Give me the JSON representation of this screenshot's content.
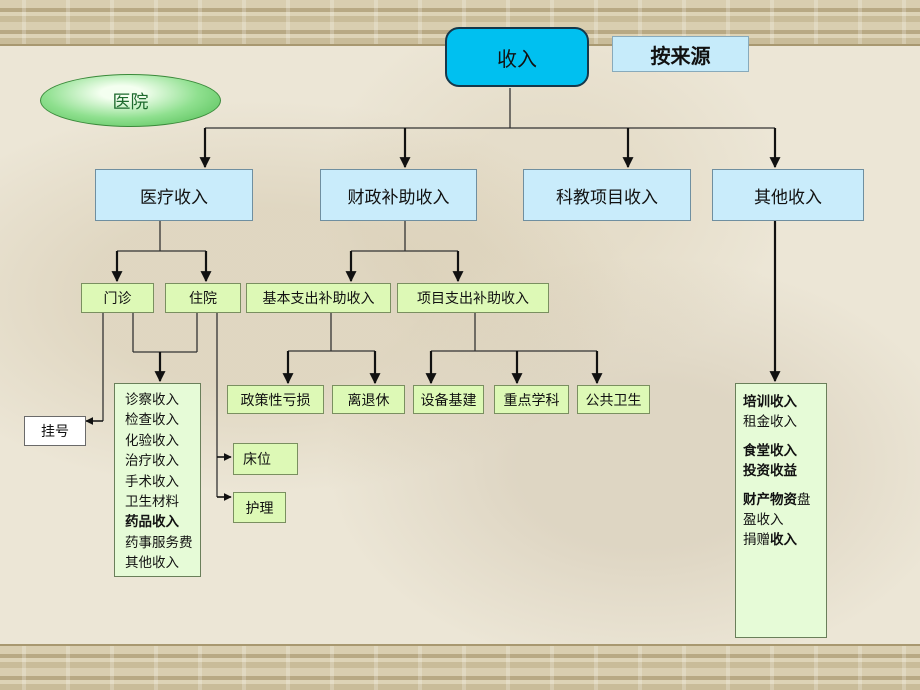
{
  "root": "收入",
  "source_label": "按来源",
  "hospital_label": "医院",
  "level1": [
    "医疗收入",
    "财政补助收入",
    "科教项目收入",
    "其他收入"
  ],
  "medical": {
    "outpatient": "门诊",
    "inpatient": "住院"
  },
  "fiscal": {
    "basic": "基本支出补助收入",
    "project": "项目支出补助收入"
  },
  "registration": "挂号",
  "medical_items": [
    "诊察收入",
    "检查收入",
    "化验收入",
    "治疗收入",
    "手术收入",
    "卫生材料",
    "药品收入",
    "药事服务费",
    "其他收入"
  ],
  "inpatient_items": [
    "床位",
    "护理"
  ],
  "basic_items": [
    "政策性亏损",
    "离退休"
  ],
  "project_items": [
    "设备基建",
    "重点学科",
    "公共卫生"
  ],
  "other_items": {
    "line1": "培训收入",
    "line2": "租金收入",
    "line3": "食堂收入",
    "line4": "投资收益",
    "line5a": "财产物资",
    "line5b": "盘",
    "line6": "盈收入",
    "line7a": "捐赠",
    "line7b": "收入"
  }
}
